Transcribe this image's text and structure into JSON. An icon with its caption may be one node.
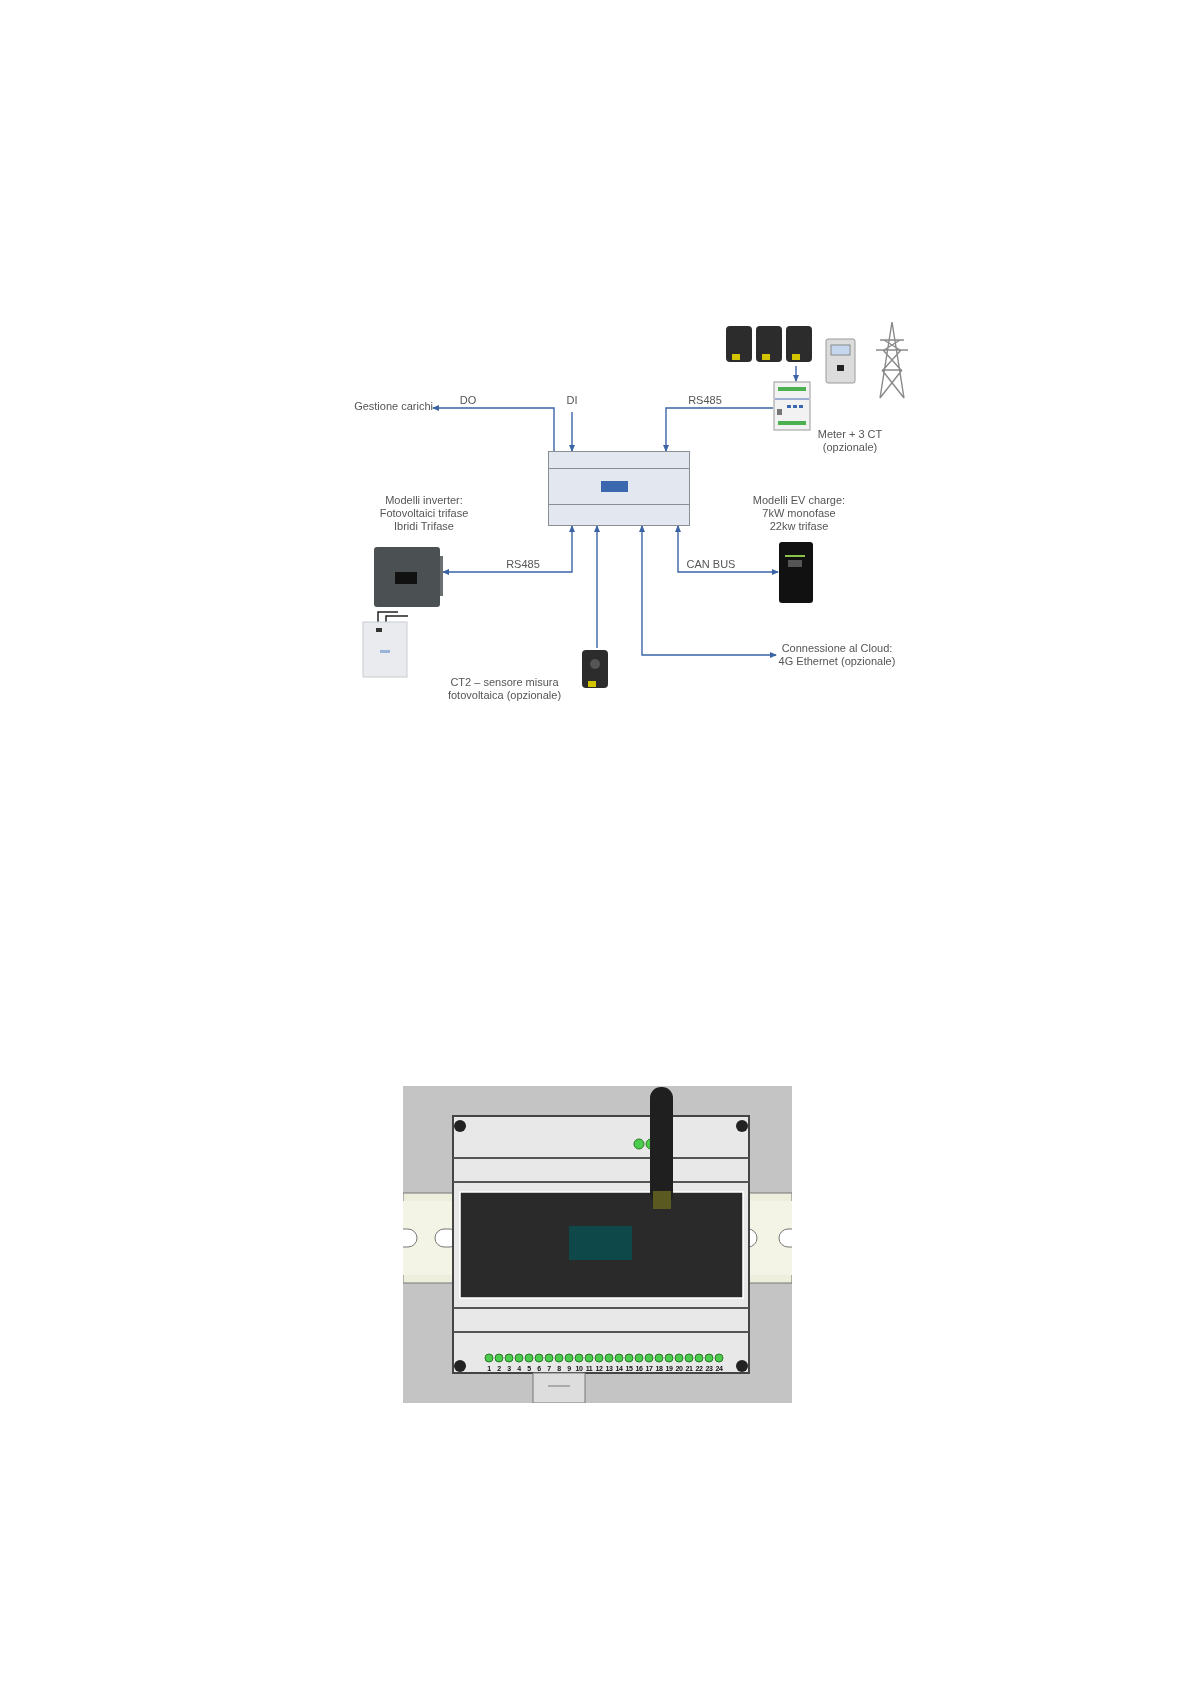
{
  "diagram": {
    "nodes": [
      {
        "text": [],
        "shape": "box"
      },
      {
        "text": [
          "Gestione carichi"
        ]
      },
      {
        "text": [],
        "shape": "picture",
        "beside": [
          "Meter + 3 CT (opzionale)"
        ]
      },
      {
        "text": [],
        "shape": "picture"
      },
      {
        "text": [],
        "shape": "picture",
        "beside": [
          "Modelli inverter: Fotovoltaici trifase Ibridi Trifase"
        ]
      },
      {
        "text": [],
        "shape": "picture"
      },
      {
        "text": [],
        "shape": "picture",
        "beside": [
          "CT2 – sensore misura fotovoltaica (opzionale)"
        ]
      },
      {
        "text": [],
        "shape": "picture",
        "beside": [
          "Modelli EV charge: 7kW monofase 22kw trifase"
        ]
      },
      {
        "text": [
          "Connessione al Cloud: 4G Ethernet (opzionale)"
        ]
      }
    ],
    "edges": [
      {
        "from": 0,
        "to": 1,
        "arrow": "to",
        "label": "DO"
      },
      {
        "from": null,
        "to": 0,
        "arrow": "to",
        "label": "DI"
      },
      {
        "from": 2,
        "to": 0,
        "arrow": "to",
        "label": "RS485"
      },
      {
        "from": 3,
        "to": 2,
        "arrow": "to"
      },
      {
        "from": 0,
        "to": 4,
        "arrow": "both",
        "label": "RS485"
      },
      {
        "from": 6,
        "to": 0,
        "arrow": "to"
      },
      {
        "from": 0,
        "to": 8,
        "arrow": "both"
      },
      {
        "from": 0,
        "to": 7,
        "arrow": "both",
        "label": "CAN BUS"
      }
    ],
    "labels": [
      "1",
      "2",
      "3",
      "4",
      "5",
      "6",
      "7",
      "8",
      "9",
      "10",
      "11",
      "12",
      "13",
      "14",
      "15",
      "16",
      "17",
      "18",
      "19",
      "20",
      "21",
      "22",
      "23",
      "24"
    ]
  }
}
